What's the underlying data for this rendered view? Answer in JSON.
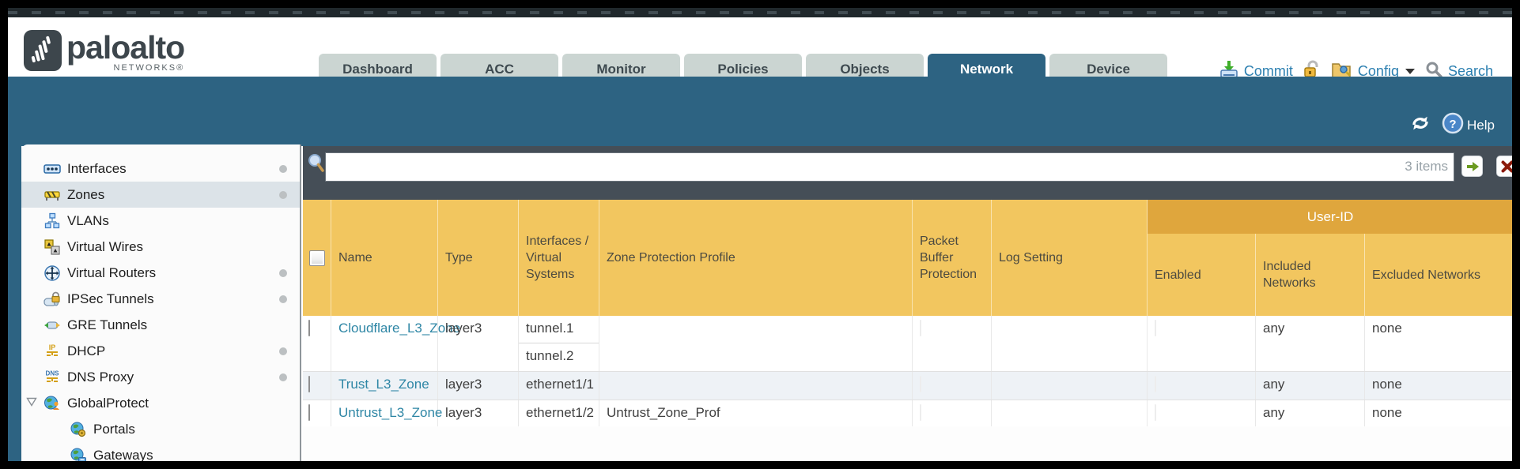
{
  "header": {
    "brand": "paloalto",
    "brand_sub": "NETWORKS®",
    "tabs": [
      {
        "label": "Dashboard",
        "active": false
      },
      {
        "label": "ACC",
        "active": false
      },
      {
        "label": "Monitor",
        "active": false
      },
      {
        "label": "Policies",
        "active": false
      },
      {
        "label": "Objects",
        "active": false
      },
      {
        "label": "Network",
        "active": true
      },
      {
        "label": "Device",
        "active": false
      }
    ],
    "actions": {
      "commit": "Commit",
      "config": "Config",
      "search": "Search"
    },
    "band": {
      "help": "Help"
    }
  },
  "sidebar": {
    "items": [
      {
        "label": "Interfaces",
        "dot": true
      },
      {
        "label": "Zones",
        "dot": true,
        "selected": true
      },
      {
        "label": "VLANs",
        "dot": false
      },
      {
        "label": "Virtual Wires",
        "dot": false
      },
      {
        "label": "Virtual Routers",
        "dot": true
      },
      {
        "label": "IPSec Tunnels",
        "dot": true
      },
      {
        "label": "GRE Tunnels",
        "dot": false
      },
      {
        "label": "DHCP",
        "dot": true
      },
      {
        "label": "DNS Proxy",
        "dot": true
      },
      {
        "label": "GlobalProtect",
        "dot": false,
        "expanded": true
      },
      {
        "label": "Portals",
        "child": true
      },
      {
        "label": "Gateways",
        "child": true
      }
    ]
  },
  "filter": {
    "value": "",
    "placeholder": "",
    "count": "3 items"
  },
  "table": {
    "group_header": "User-ID",
    "columns": {
      "name": "Name",
      "type": "Type",
      "interfaces": "Interfaces / Virtual Systems",
      "zone_protection_profile": "Zone Protection Profile",
      "packet_buffer_protection": "Packet Buffer Protection",
      "log_setting": "Log Setting",
      "enabled": "Enabled",
      "included_networks": "Included Networks",
      "excluded_networks": "Excluded Networks"
    },
    "rows": [
      {
        "name": "Cloudflare_L3_Zone",
        "type": "layer3",
        "interfaces": [
          "tunnel.1",
          "tunnel.2"
        ],
        "zone_protection_profile": "",
        "packet_buffer_protection": false,
        "log_setting": "",
        "enabled": false,
        "included_networks": "any",
        "excluded_networks": "none"
      },
      {
        "name": "Trust_L3_Zone",
        "type": "layer3",
        "interfaces": [
          "ethernet1/1"
        ],
        "zone_protection_profile": "",
        "packet_buffer_protection": false,
        "log_setting": "",
        "enabled": false,
        "included_networks": "any",
        "excluded_networks": "none"
      },
      {
        "name": "Untrust_L3_Zone",
        "type": "layer3",
        "interfaces": [
          "ethernet1/2"
        ],
        "zone_protection_profile": "Untrust_Zone_Prof",
        "packet_buffer_protection": false,
        "log_setting": "",
        "enabled": false,
        "included_networks": "any",
        "excluded_networks": "none"
      }
    ]
  },
  "colors": {
    "teal": "#2d6382",
    "toolbar_dark": "#454e57",
    "header_amber": "#f2c65f",
    "group_band_amber": "#dfa63d",
    "tab_inactive": "#cbd5d2",
    "link_blue": "#2e86a5",
    "action_link_blue": "#2b7fb0",
    "row_alt": "#eef2f6"
  }
}
